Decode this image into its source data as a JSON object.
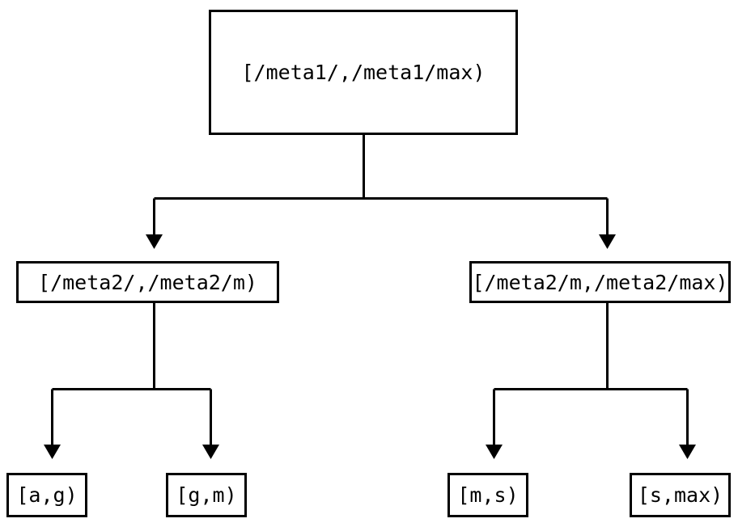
{
  "diagram": {
    "kind": "tree-diagram",
    "title": "",
    "background_color": "#ffffff",
    "stroke_color": "#000000",
    "text_color": "#000000",
    "nodes": {
      "root": {
        "label": "[/meta1/,/meta1/max)"
      },
      "mid_left": {
        "label": "[/meta2/,/meta2/m)"
      },
      "mid_right": {
        "label": "[/meta2/m,/meta2/max)"
      },
      "leaf_1": {
        "label": "[a,g)"
      },
      "leaf_2": {
        "label": "[g,m)"
      },
      "leaf_3": {
        "label": "[m,s)"
      },
      "leaf_4": {
        "label": "[s,max)"
      }
    },
    "edges": [
      {
        "from": "root",
        "to": "mid_left"
      },
      {
        "from": "root",
        "to": "mid_right"
      },
      {
        "from": "mid_left",
        "to": "leaf_1"
      },
      {
        "from": "mid_left",
        "to": "leaf_2"
      },
      {
        "from": "mid_right",
        "to": "leaf_3"
      },
      {
        "from": "mid_right",
        "to": "leaf_4"
      }
    ]
  }
}
